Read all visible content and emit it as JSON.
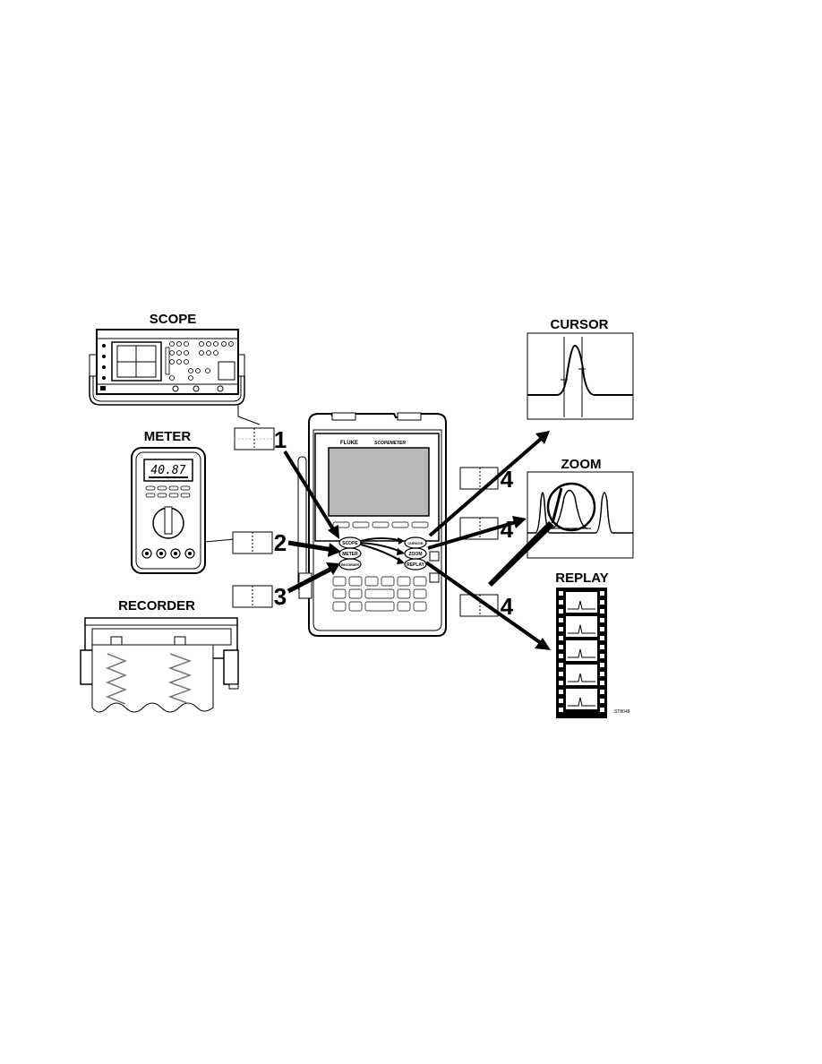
{
  "labels": {
    "scope": "SCOPE",
    "meter": "METER",
    "recorder": "RECORDER",
    "cursor": "CURSOR",
    "zoom": "ZOOM",
    "replay": "REPLAY"
  },
  "steps": {
    "step1": "1",
    "step2": "2",
    "step3": "3",
    "step4a": "4",
    "step4b": "4",
    "step4c": "4"
  },
  "meter_display": "40.87",
  "device": {
    "brand": "FLUKE",
    "model": "SCOPEMETER",
    "buttons": {
      "scope": "SCOPE",
      "meter": "METER",
      "recorder": "RECORDER",
      "cursor": "CURSOR",
      "zoom": "ZOOM",
      "replay": "REPLAY"
    }
  },
  "figure_id": "ST8048"
}
